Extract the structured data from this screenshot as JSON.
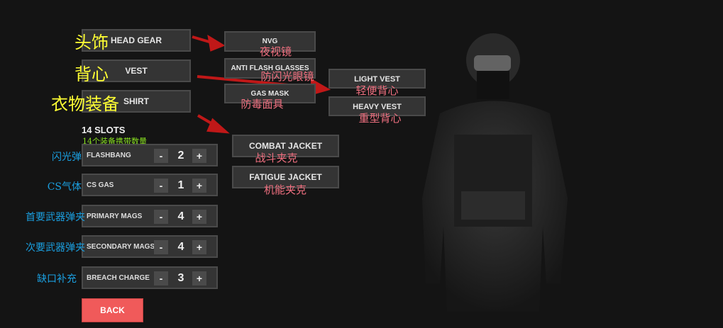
{
  "categories": [
    {
      "label": "HEAD GEAR",
      "cn": "头饰"
    },
    {
      "label": "VEST",
      "cn": "背心"
    },
    {
      "label": "SHIRT",
      "cn": "衣物装备"
    }
  ],
  "headgear_options": [
    {
      "label": "NVG",
      "cn": "夜视镜"
    },
    {
      "label": "ANTI FLASH GLASSES",
      "cn": "防闪光眼镜"
    },
    {
      "label": "GAS MASK",
      "cn": "防毒面具"
    }
  ],
  "vest_options": [
    {
      "label": "LIGHT VEST",
      "cn": "轻便背心"
    },
    {
      "label": "HEAVY VEST",
      "cn": "重型背心"
    }
  ],
  "shirt_options": [
    {
      "label": "COMBAT JACKET",
      "cn": "战斗夹克"
    },
    {
      "label": "FATIGUE JACKET",
      "cn": "机能夹克"
    }
  ],
  "slots": {
    "title": "14 SLOTS",
    "cn": "14个装备携带数量"
  },
  "items": [
    {
      "label": "FLASHBANG",
      "cn": "闪光弹",
      "value": "2"
    },
    {
      "label": "CS GAS",
      "cn": "CS气体",
      "value": "1"
    },
    {
      "label": "PRIMARY MAGS",
      "cn": "首要武器弹夹",
      "value": "4"
    },
    {
      "label": "SECONDARY MAGS",
      "cn": "次要武器弹夹",
      "value": "4"
    },
    {
      "label": "BREACH CHARGE",
      "cn": "缺口补充",
      "value": "3"
    }
  ],
  "stepper": {
    "minus": "-",
    "plus": "+"
  },
  "back_label": "BACK",
  "colors": {
    "accent": "#f05a5a",
    "annotation_yellow": "#ffff33",
    "annotation_red": "#f07080",
    "annotation_blue": "#1a9fe0",
    "arrow": "#c01818"
  }
}
